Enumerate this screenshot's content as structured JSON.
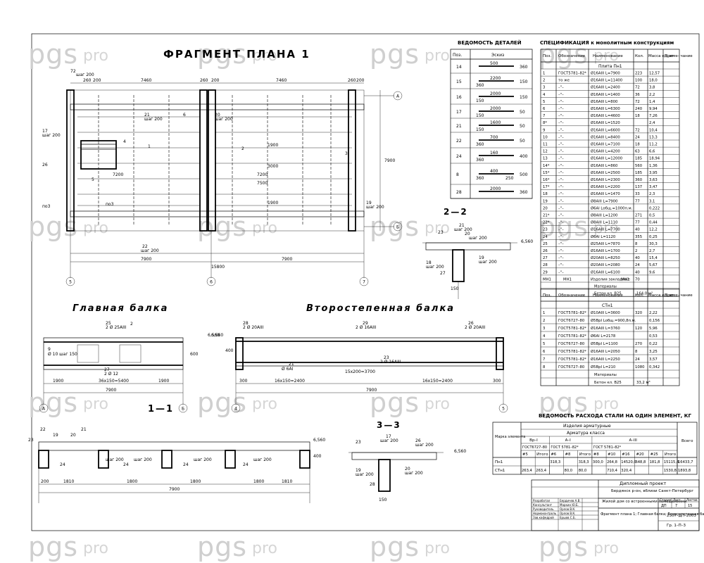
{
  "watermark": {
    "brand": "pgs",
    "suffix": "pro"
  },
  "titles": {
    "plan": "ФРАГМЕНТ ПЛАНА 1",
    "main_beam": "Главная балка",
    "secondary_beam": "Второстепенная балка",
    "section_11": "1—1",
    "section_22": "2—2",
    "section_33": "3—3"
  },
  "plan": {
    "dims_top": [
      "72",
      "шаг 200",
      "260",
      "200",
      "7460",
      "260",
      "200",
      "7460",
      "260",
      "200"
    ],
    "dims_bottom": [
      "22",
      "шаг 200",
      "7900",
      "7900",
      "15800"
    ],
    "dims_side": [
      "17",
      "шаг 200",
      "26",
      "19",
      "шаг 200",
      "7900",
      "1900",
      "1900"
    ],
    "labels": [
      "по3",
      "по3",
      "2",
      "1",
      "3",
      "4",
      "5",
      "6",
      "20",
      "шаг 200",
      "21",
      "шаг 200",
      "7200",
      "7200",
      "7500",
      "3000"
    ],
    "axes_bottom": [
      "5",
      "6",
      "7"
    ],
    "axes_right": [
      "А",
      "Б"
    ]
  },
  "sections": {
    "s22_dims": [
      "23",
      "21",
      "шаг 200",
      "20",
      "шаг 200",
      "18",
      "шаг 200",
      "19",
      "шаг 200",
      "27",
      "150",
      "6,560"
    ],
    "s33_dims": [
      "23",
      "17",
      "шаг 200",
      "26",
      "шаг 200",
      "19",
      "шаг 200",
      "20",
      "шаг 200",
      "28",
      "150",
      "6,560"
    ],
    "s11_dims": [
      "22",
      "21",
      "20",
      "19",
      "шаг 200",
      "шаг 200",
      "шаг 200",
      "шаг 200",
      "23",
      "24",
      "24",
      "24",
      "24",
      "200",
      "1810",
      "1800",
      "1800",
      "1800",
      "1810",
      "7900",
      "6,560",
      "400"
    ]
  },
  "main_beam": {
    "labels": [
      "25",
      "2 Ø 25AIII",
      "2",
      "9",
      "Ø 10 шаг 150",
      "27",
      "2 Ø 12",
      "1900",
      "36х150=5400",
      "1900",
      "7900",
      "6,560",
      "600"
    ],
    "axes": [
      "А",
      "Б"
    ]
  },
  "secondary_beam": {
    "labels": [
      "28",
      "2 Ø 20AIII",
      "29",
      "2 Ø 16AIII",
      "26",
      "2 Ø 20AIII",
      "21",
      "Ø 6AI",
      "23",
      "2 Ø 16AIII",
      "300",
      "16х150=2400",
      "15х200=3700",
      "16х150=2400",
      "300",
      "7900",
      "6,560",
      "400"
    ],
    "axes": [
      "4",
      "5"
    ]
  },
  "details_table": {
    "title": "ВЕДОМОСТЬ ДЕТАЛЕЙ",
    "headers": [
      "Поз.",
      "Эскиз"
    ],
    "rows": [
      {
        "pos": "14",
        "dims": [
          "500",
          "360"
        ]
      },
      {
        "pos": "15",
        "dims": [
          "2200",
          "150",
          "360"
        ]
      },
      {
        "pos": "16",
        "dims": [
          "2000",
          "150",
          "150"
        ]
      },
      {
        "pos": "17",
        "dims": [
          "2000",
          "50",
          "150"
        ]
      },
      {
        "pos": "21",
        "dims": [
          "1600",
          "50",
          "150"
        ]
      },
      {
        "pos": "22",
        "dims": [
          "700",
          "50",
          "360"
        ]
      },
      {
        "pos": "24",
        "dims": [
          "160",
          "400",
          "360"
        ]
      },
      {
        "pos": "8",
        "dims": [
          "400",
          "500",
          "360",
          "250"
        ]
      },
      {
        "pos": "28",
        "dims": [
          "2000",
          "360"
        ]
      }
    ]
  },
  "spec_table1": {
    "title": "СПЕЦИФИКАЦИЯ к монолитным конструкциям",
    "headers": [
      "Поз.",
      "Обозначение",
      "Наименование",
      "Кол.",
      "Масса ед.,кг",
      "Приме- чание"
    ],
    "section": "Плита Пн1",
    "rows": [
      [
        "1",
        "ГОСТ5781–82*",
        "Ø16AIII  L=7900",
        "223",
        "12,57"
      ],
      [
        "2",
        "то же",
        "Ø16AIII  L=11400",
        "100",
        "18,0"
      ],
      [
        "3",
        "–\"–",
        "Ø16AIII  L=2400",
        "72",
        "3,8"
      ],
      [
        "4",
        "–\"–",
        "Ø16AIII  L=1400",
        "36",
        "2,2"
      ],
      [
        "5",
        "–\"–",
        "Ø16AIII  L=800",
        "72",
        "1,4"
      ],
      [
        "6",
        "–\"–",
        "Ø16AIII  L=6300",
        "240",
        "9,94"
      ],
      [
        "7",
        "–\"–",
        "Ø16AIII  L=4600",
        "18",
        "7,26"
      ],
      [
        "8*",
        "–\"–",
        "Ø16AIII  L=1520",
        "",
        "2,4"
      ],
      [
        "9",
        "–\"–",
        "Ø16AIII  L=6600",
        "72",
        "10,4"
      ],
      [
        "10",
        "–\"–",
        "Ø16AIII  L=8400",
        "24",
        "13,3"
      ],
      [
        "11",
        "–\"–",
        "Ø16AIII  L=7100",
        "18",
        "11,2"
      ],
      [
        "12",
        "–\"–",
        "Ø16AIII  L=4200",
        "63",
        "6,6"
      ],
      [
        "13",
        "–\"–",
        "Ø16AIII  L=12000",
        "185",
        "18,94"
      ],
      [
        "14*",
        "–\"–",
        "Ø16AIII  L=860",
        "560",
        "1,36"
      ],
      [
        "15*",
        "–\"–",
        "Ø16AIII  L=2500",
        "185",
        "3,95"
      ],
      [
        "16*",
        "–\"–",
        "Ø16AIII  L=2300",
        "360",
        "3,63"
      ],
      [
        "17*",
        "–\"–",
        "Ø16AIII  L=2200",
        "137",
        "3,47"
      ],
      [
        "18",
        "–\"–",
        "Ø16AIII  L=1470",
        "33",
        "2,3"
      ],
      [
        "19",
        "–\"–",
        "Ø8AIII  L=7900",
        "77",
        "3,1"
      ],
      [
        "20",
        "–\"–",
        "Ø6AI  Lобщ.=1000п.м.",
        "",
        "0,222"
      ],
      [
        "21*",
        "–\"–",
        "Ø8AIII  L=1200",
        "271",
        "0,5"
      ],
      [
        "22*",
        "–\"–",
        "Ø8AIII  L=1110",
        "77",
        "0,44"
      ],
      [
        "23",
        "–\"–",
        "Ø16AIII  L=7700",
        "40",
        "12,2"
      ],
      [
        "24",
        "–\"–",
        "Ø6AI  L=1120",
        "355",
        "0,25"
      ],
      [
        "25",
        "–\"–",
        "Ø25AIII  L=7870",
        "8",
        "30,3"
      ],
      [
        "26",
        "–\"–",
        "Ø16AIII  L=1700",
        "2",
        "2,7"
      ],
      [
        "27",
        "–\"–",
        "Ø20AIII  L=8250",
        "40",
        "15,4"
      ],
      [
        "28",
        "–\"–",
        "Ø20AIII  L=2080",
        "24",
        "5,67"
      ],
      [
        "29",
        "–\"–",
        "Ø16AIII  L=6100",
        "40",
        "9,6"
      ]
    ],
    "row_mn": [
      "МН1",
      "МН1",
      "Изделия закладные",
      "МН1",
      "70"
    ],
    "materials": "Материалы",
    "concrete": "Бетон кл. В25",
    "concrete_qty": "164,0 м³"
  },
  "spec_table2": {
    "headers": [
      "Поз.",
      "Обозначение",
      "Наименование",
      "Кол.",
      "Масса ед.,кг",
      "Приме- чание"
    ],
    "section": "СТн1",
    "rows": [
      [
        "1",
        "ГОСТ5781–82*",
        "Ø10AIII  L=3600",
        "320",
        "2,22"
      ],
      [
        "2",
        "ГОСТ6727–80",
        "Ø5BpI  Lобщ.=900,8п.м.",
        "",
        "0,156"
      ],
      [
        "3",
        "ГОСТ5781–82*",
        "Ø16AIII  L=3760",
        "120",
        "5,96"
      ],
      [
        "4",
        "ГОСТ5781–82*",
        "Ø6AI  L=2178",
        "",
        "0,53"
      ],
      [
        "5",
        "ГОСТ6727–80",
        "Ø5BpI  L=1100",
        "270",
        "0,22"
      ],
      [
        "6",
        "ГОСТ5781–82*",
        "Ø16AIII  L=2050",
        "8",
        "3,25"
      ],
      [
        "7",
        "ГОСТ5781–82*",
        "Ø16AIII  L=2250",
        "24",
        "3,57"
      ],
      [
        "8",
        "ГОСТ6727–80",
        "Ø5BpI  L=210",
        "1080",
        "0,342"
      ]
    ],
    "materials": "Материалы",
    "concrete": "Бетон кл. В25",
    "concrete_qty": "33,2 м³"
  },
  "steel_table": {
    "title": "ВЕДОМОСТЬ РАСХОДА СТАЛИ НА ОДИН ЭЛЕМЕНТ, КГ",
    "top_header": "Изделия арматурные",
    "sub_header": "Арматура класса",
    "marka": "Марка элемента",
    "groups": [
      "Вр–I",
      "А–I",
      "А–III"
    ],
    "gosts": [
      "ГОСТ6727–80",
      "ГОСТ 5781–82*",
      "ГОСТ 5781–82*"
    ],
    "cols": [
      "#5",
      "Итого",
      "#6",
      "#8",
      "Итого",
      "#8",
      "#10",
      "#16",
      "#20",
      "#25",
      "Итого",
      "Всего"
    ],
    "rows": [
      {
        "mark": "Пн1",
        "vals": [
          "",
          "",
          "318,3",
          "",
          "318,3",
          "300,0",
          "264,8",
          "14520,0",
          "648,8",
          "181,8",
          "15115,4",
          "16433,7"
        ]
      },
      {
        "mark": "СТн1",
        "vals": [
          "263,4",
          "263,4",
          "",
          "80,0",
          "80,0",
          "",
          "710,4",
          "320,4",
          "",
          "",
          "1530,8",
          "1893,8"
        ]
      }
    ]
  },
  "stamp": {
    "project": "Дипломный проект",
    "place": "Бердянск р-он, вблизи Санкт-Петербург",
    "building": "Жилой дом со встроенными помещениями",
    "sheet_title": "Фрагмент плана 1; Главная балка; Второстепенная балка",
    "code": "2307–ДП–2003",
    "stage": "ДП",
    "sheet": "7",
    "sheets": "15",
    "group": "Гр. 1–П–3",
    "roles": [
      "Разработал",
      "Консультант",
      "Руководитель",
      "Нормоконтроль",
      "Зав.кафедрой"
    ],
    "names": [
      "Бердичев А.В.",
      "Маркин Ю.Б.",
      "Орлов В.К.",
      "Орлов В.К.",
      "Ершов С.Б."
    ],
    "col_heads": [
      "Стадия",
      "Лист",
      "Листов"
    ]
  }
}
